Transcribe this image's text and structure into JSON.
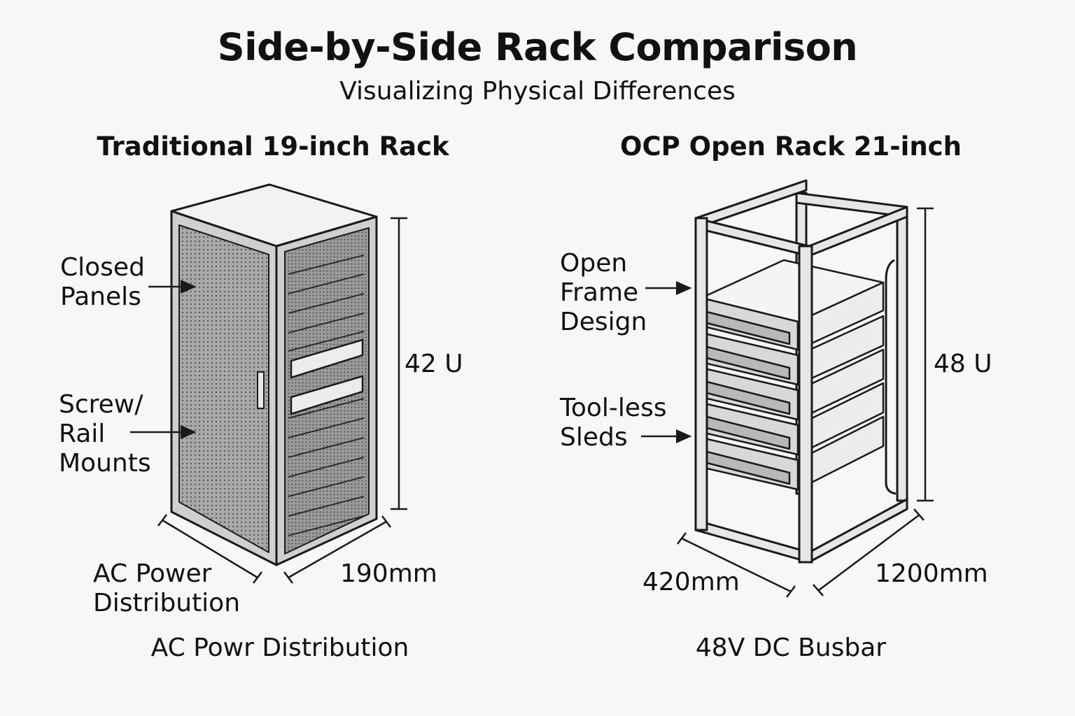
{
  "title": "Side-by-Side Rack Comparison",
  "subtitle": "Visualizing Physical Differences",
  "left_rack": {
    "heading": "Traditional 19-inch Rack",
    "label_panels": "Closed Panels",
    "label_mounts": "Screw/ Rail Mounts",
    "height": "42 U",
    "depth": "190mm",
    "label_power": "AC Power Distribution",
    "footer": "AC Powr Distribution"
  },
  "right_rack": {
    "heading": "OCP Open Rack 21-inch",
    "label_frame": "Open Frame Design",
    "label_sleds": "Tool-less Sleds",
    "height": "48 U",
    "width": "420mm",
    "depth": "1200mm",
    "footer": "48V DC Busbar"
  },
  "colors": {
    "line": "#1a1a1a",
    "panel_fill": "#b8b8b8",
    "frame_fill": "#e6e6e6",
    "background": "#f7f7f5"
  }
}
